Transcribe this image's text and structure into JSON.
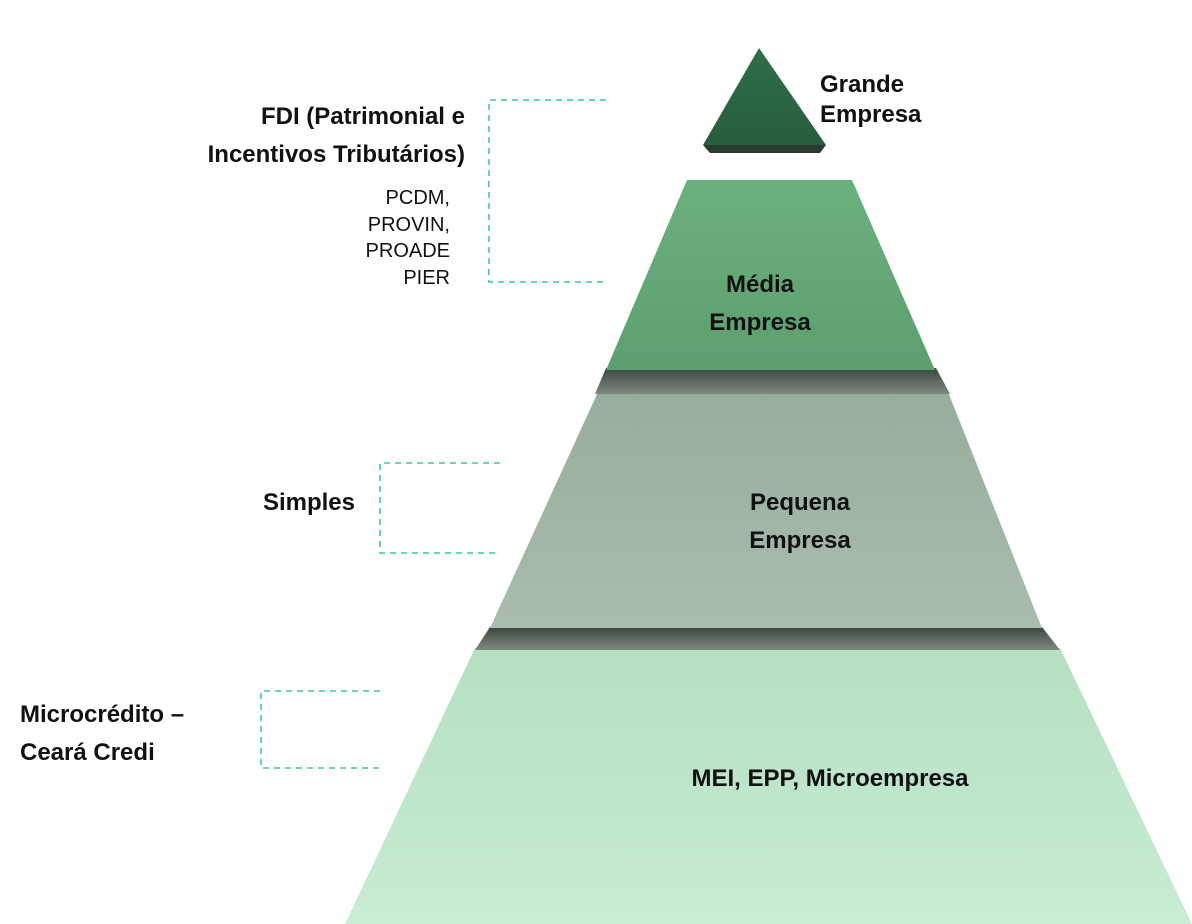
{
  "pyramid": {
    "tiers": [
      {
        "label_lines": [
          "Grande",
          "Empresa"
        ],
        "color": "#2f6b47"
      },
      {
        "label_lines": [
          "Média",
          "Empresa"
        ],
        "color": "#67a978"
      },
      {
        "label_lines": [
          "Pequena",
          "Empresa"
        ],
        "color": "#9fb3a3"
      },
      {
        "label_lines": [
          "MEI, EPP, Microempresa"
        ],
        "color": "#bde3c9"
      }
    ]
  },
  "annotations": {
    "fdi": {
      "title_lines": [
        "FDI (Patrimonial e",
        "Incentivos Tributários)"
      ],
      "programs": [
        "PCDM,",
        "PROVIN,",
        "PROADE",
        "PIER"
      ]
    },
    "simples": {
      "label": "Simples"
    },
    "microcredito": {
      "label_lines": [
        "Microcrédito –",
        "Ceará Credi"
      ]
    }
  },
  "colors": {
    "bracket": "#3cc9a0",
    "separator": "#4f5a52"
  }
}
